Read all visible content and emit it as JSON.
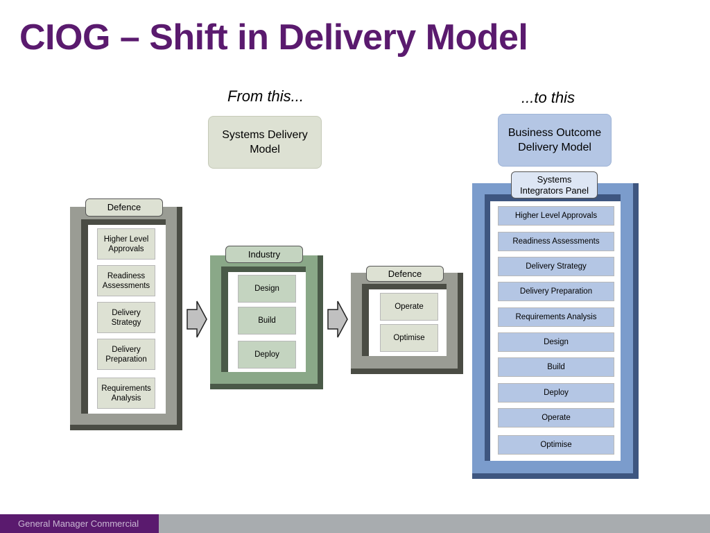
{
  "title": "CIOG – Shift in Delivery Model",
  "captions": {
    "from": "From this...",
    "to": "...to this"
  },
  "models": {
    "systems": "Systems Delivery Model",
    "business": "Business Outcome Delivery Model"
  },
  "defence_left": {
    "label": "Defence",
    "items": [
      "Higher Level\nApprovals",
      "Readiness\nAssessments",
      "Delivery\nStrategy",
      "Delivery\nPreparation",
      "Requirements\nAnalysis"
    ]
  },
  "industry": {
    "label": "Industry",
    "items": [
      "Design",
      "Build",
      "Deploy"
    ]
  },
  "defence_right": {
    "label": "Defence",
    "items": [
      "Operate",
      "Optimise"
    ]
  },
  "integrators": {
    "label": "Systems\nIntegrators Panel",
    "items": [
      "Higher Level Approvals",
      "Readiness Assessments",
      "Delivery Strategy",
      "Delivery Preparation",
      "Requirements Analysis",
      "Design",
      "Build",
      "Deploy",
      "Operate",
      "Optimise"
    ]
  },
  "footer": {
    "text": "General Manager Commercial"
  },
  "colors": {
    "title": "#5a1a6e",
    "grey_frame": "#9a9c94",
    "green_frame": "#8aa888",
    "blue_frame": "#7b9ccc",
    "blue_item": "#b4c6e4",
    "green_item": "#c4d4c0",
    "grey_item": "#dde1d3",
    "footer_purple": "#5a1a6e"
  }
}
